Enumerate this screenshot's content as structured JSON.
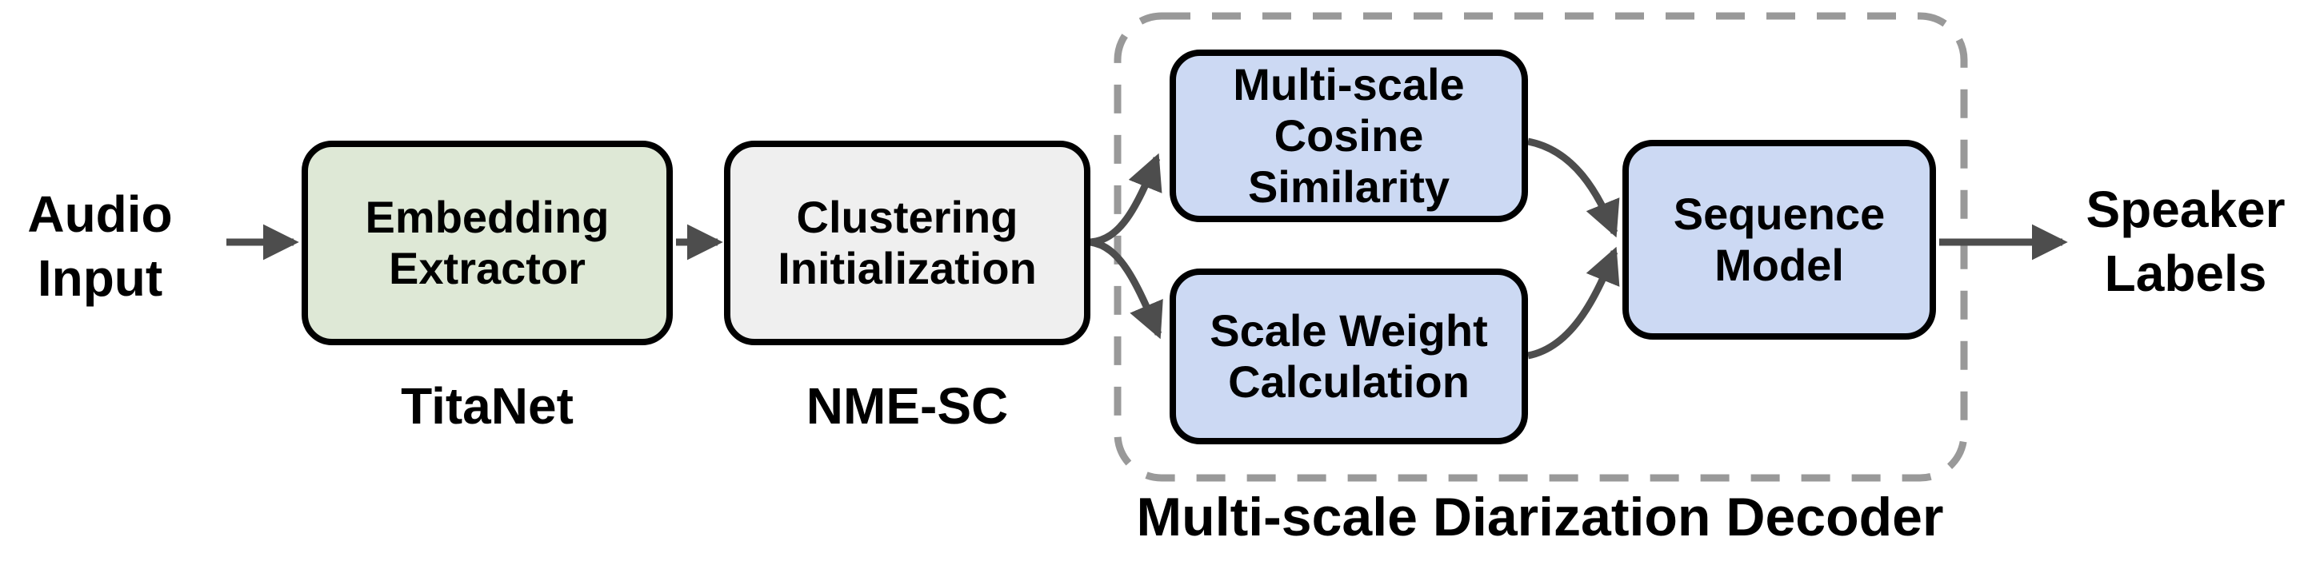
{
  "diagram": {
    "title": "Multi-scale Diarization Decoder pipeline",
    "nodes": {
      "audio_input": {
        "label": "Audio\nInput",
        "type": "io-text"
      },
      "embedding_extractor": {
        "label": "Embedding\nExtractor",
        "sublabel": "TitaNet",
        "fill": "#dee8d6"
      },
      "clustering_initialization": {
        "label": "Clustering\nInitialization",
        "sublabel": "NME-SC",
        "fill": "#efefef"
      },
      "multi_scale_cosine_similarity": {
        "label": "Multi-scale\nCosine\nSimilarity",
        "fill": "#ccd9f3"
      },
      "scale_weight_calculation": {
        "label": "Scale Weight\nCalculation",
        "fill": "#ccd9f3"
      },
      "sequence_model": {
        "label": "Sequence\nModel",
        "fill": "#ccd9f3"
      },
      "speaker_labels": {
        "label": "Speaker\nLabels",
        "type": "io-text"
      }
    },
    "container": {
      "id": "msdd",
      "label": "Multi-scale Diarization Decoder",
      "style": "dashed",
      "members": [
        "multi_scale_cosine_similarity",
        "scale_weight_calculation",
        "sequence_model"
      ]
    },
    "edges": [
      {
        "from": "audio_input",
        "to": "embedding_extractor"
      },
      {
        "from": "embedding_extractor",
        "to": "clustering_initialization"
      },
      {
        "from": "clustering_initialization",
        "to": "multi_scale_cosine_similarity"
      },
      {
        "from": "clustering_initialization",
        "to": "scale_weight_calculation"
      },
      {
        "from": "multi_scale_cosine_similarity",
        "to": "sequence_model"
      },
      {
        "from": "scale_weight_calculation",
        "to": "sequence_model"
      },
      {
        "from": "sequence_model",
        "to": "speaker_labels"
      }
    ],
    "colors": {
      "background": "#ffffff",
      "node_border": "#000000",
      "text": "#000000",
      "arrow": "#4d4d4d",
      "dashed_container": "#999999",
      "green_node_fill": "#dee8d6",
      "gray_node_fill": "#efefef",
      "blue_node_fill": "#ccd9f3"
    }
  }
}
